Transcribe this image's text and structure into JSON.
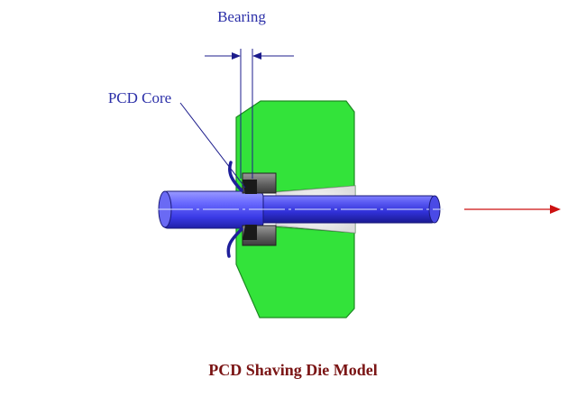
{
  "labels": {
    "bearing": "Bearing",
    "pcd_core": "PCD Core",
    "caption": "PCD Shaving Die Model"
  },
  "colors": {
    "label_text": "#2b2fa8",
    "caption_text": "#7a1414",
    "die_body": "#33e33a",
    "wire": "#3a3ae6",
    "bearing": "#6a6a6a",
    "pcd_core": "#1a1a1a",
    "arrow": "#cc1111",
    "dimension_lines": "#1c1c8c"
  },
  "icons": {
    "direction": "arrow-right-icon",
    "bearing_left_arrow": "arrow-right-icon",
    "bearing_right_arrow": "arrow-left-icon"
  }
}
